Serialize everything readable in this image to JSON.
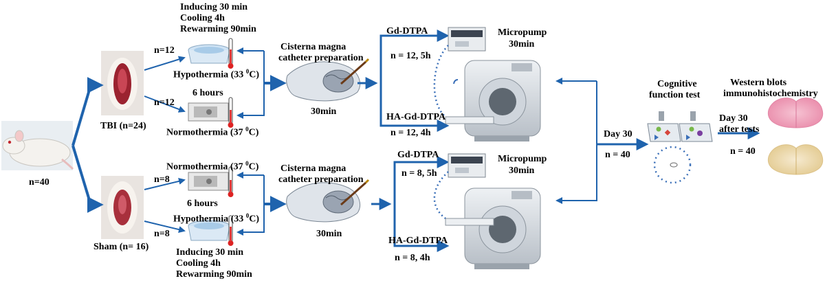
{
  "colors": {
    "arrow": "#1f63ad",
    "tissue_pink": "#f0a6bd",
    "tissue_tan": "#ecd9a8",
    "rat_fur": "#f4f2ee",
    "machine": "#d8dde2",
    "dots": "#3a6fb8"
  },
  "animals": {
    "total": "n=40",
    "tbi": "TBI (n=24)",
    "sham": "Sham (n= 16)"
  },
  "tbi_branch": {
    "hypo_n": "n=12",
    "normo_n": "n=12",
    "hypo_protocol": [
      "Inducing 30 min",
      "Cooling 4h",
      "Rewarming 90min"
    ],
    "hypo_label": "Hypothermia (33 ",
    "hypo_unit": "C)",
    "normo_duration": "6 hours",
    "normo_label": "Normothermia (37 ",
    "normo_unit": "C)",
    "degree_sup": "0"
  },
  "sham_branch": {
    "normo_n": "n=8",
    "hypo_n": "n=8",
    "normo_label": "Normothermia (37 ",
    "normo_unit": "C)",
    "normo_duration": "6 hours",
    "hypo_label": "Hypothermia (33 ",
    "hypo_unit": "C)",
    "hypo_protocol": [
      "Inducing 30 min",
      "Cooling 4h",
      "Rewarming 90min"
    ],
    "degree_sup": "0"
  },
  "catheter": {
    "top_title": [
      "Cisterna magna",
      "catheter preparation"
    ],
    "top_time": "30min",
    "bottom_title": [
      "Cisterna magna",
      "catheter preparation"
    ],
    "bottom_time": "30min"
  },
  "imaging_top": {
    "agent1": "Gd-DTPA",
    "agent1_n": "n = 12, 5h",
    "agent2": "HA-Gd-DTPA",
    "agent2_n": "n = 12, 4h",
    "pump": "Micropump",
    "pump_time": "30min"
  },
  "imaging_bottom": {
    "agent1": "Gd-DTPA",
    "agent1_n": "n = 8, 5h",
    "agent2": "HA-Gd-DTPA",
    "agent2_n": "n = 8, 4h",
    "pump": "Micropump",
    "pump_time": "30min"
  },
  "followup": {
    "day": "Day 30",
    "n": "n = 40",
    "cognitive": [
      "Cognitive",
      "function test"
    ],
    "day_after": [
      "Day 30",
      "after tests"
    ],
    "n_after": "n = 40",
    "western": [
      "Western blots",
      "immunohistochemistry"
    ]
  }
}
